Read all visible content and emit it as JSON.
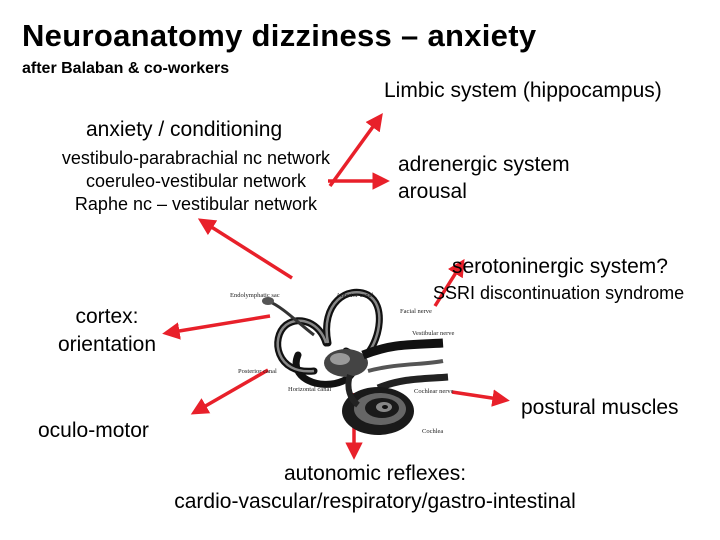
{
  "title": "Neuroanatomy dizziness – anxiety",
  "subtitle": "after Balaban & co-workers",
  "labels": {
    "limbic": "Limbic system (hippocampus)",
    "anxiety_heading": "anxiety / conditioning",
    "network_1": "vestibulo-parabrachial nc network",
    "network_2": "coeruleo-vestibular network",
    "network_3": "Raphe nc – vestibular network",
    "adrenergic_1": "adrenergic system",
    "adrenergic_2": "arousal",
    "serotonin": "serotoninergic system?",
    "ssri": "SSRI discontinuation syndrome",
    "cortex_1": "cortex:",
    "cortex_2": "orientation",
    "oculo": "oculo-motor",
    "postural": "postural muscles",
    "autonomic_1": "autonomic reflexes:",
    "autonomic_2": "cardio-vascular/respiratory/gastro-intestinal"
  },
  "ear_labels": {
    "endolymphatic": "Endolymphatic sac",
    "anterior": "Anterior canal",
    "horizontal": "Horizontal canal",
    "posterior": "Posterior canal",
    "vestibular": "Vestibular nerve",
    "cochlear": "Cochlear nerve",
    "facial": "Facial nerve",
    "cochlea": "Cochlea"
  },
  "colors": {
    "arrow": "#e8202a",
    "text": "#000000"
  }
}
